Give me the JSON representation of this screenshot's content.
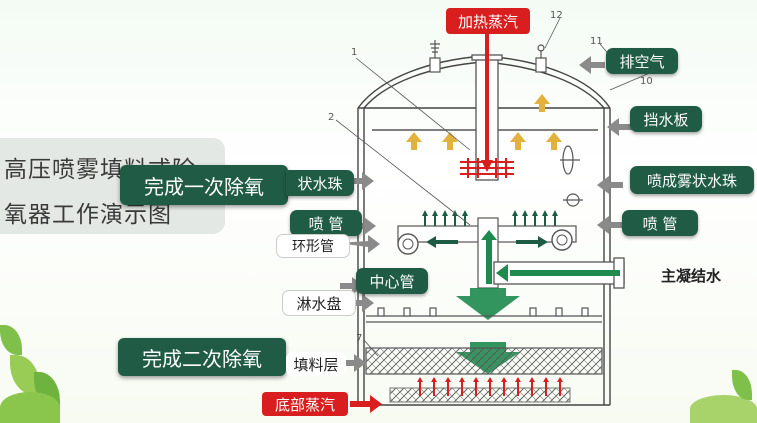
{
  "page": {
    "title_line1": "高压喷雾填料式除",
    "title_line2": "氧器工作演示图"
  },
  "labels": {
    "heating_steam": "加热蒸汽",
    "vent": "排空气",
    "baffle": "挡水板",
    "spray_left_partial": "状水珠",
    "spray_right": "喷成雾状水珠",
    "nozzle_left": "喷    管",
    "nozzle_right": "喷    管",
    "ring_pipe": "环形管",
    "center_pipe": "中心管",
    "main_condensate": "主凝结水",
    "water_tray": "淋水盘",
    "packing_layer": "填料层",
    "bottom_steam": "底部蒸汽"
  },
  "stages": {
    "first": "完成一次除氧",
    "second": "完成二次除氧"
  },
  "callout_numbers": [
    "1",
    "2",
    "7",
    "10",
    "11",
    "12"
  ],
  "colors": {
    "label_green": "#1f5b45",
    "steam_red": "#d81e1e",
    "flow_green": "#1e8a4e",
    "rise_yellow": "#e3b23c"
  }
}
